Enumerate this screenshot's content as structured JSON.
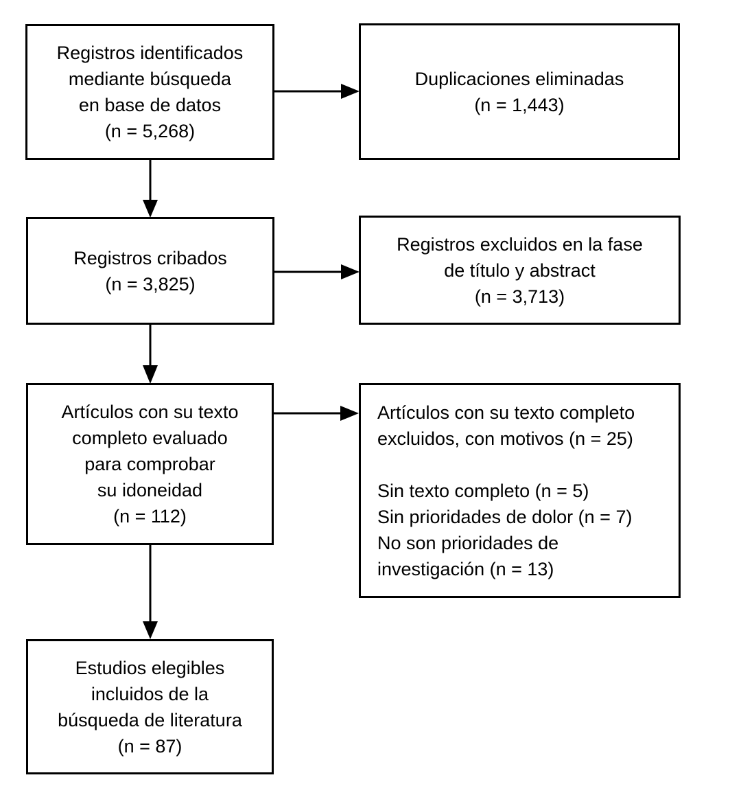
{
  "colors": {
    "background": "#ffffff",
    "box_border": "#000000",
    "text": "#000000",
    "arrow": "#000000"
  },
  "boxes": [
    {
      "id": "identified",
      "label": "Registros identificados\nmediante búsqueda\nen base de datos\n(n = 5,268)",
      "n": "5,268"
    },
    {
      "id": "duplicates-removed",
      "label": "Duplicaciones eliminadas\n(n = 1,443)",
      "n": "1,443"
    },
    {
      "id": "screened",
      "label": "Registros cribados\n(n = 3,825)",
      "n": "3,825"
    },
    {
      "id": "excluded-title-abstract",
      "label": "Registros excluidos en la fase\nde título y abstract\n(n = 3,713)",
      "n": "3,713"
    },
    {
      "id": "fulltext-assessed",
      "label": "Artículos con su texto\ncompleto evaluado\npara comprobar\nsu idoneidad\n(n = 112)",
      "n": "112"
    },
    {
      "id": "fulltext-excluded",
      "label": "Artículos con su texto completo\nexcluidos, con motivos (n = 25)\n\nSin texto completo (n = 5)\nSin prioridades de dolor (n = 7)\nNo son prioridades de\ninvestigación (n = 13)",
      "n": "25"
    },
    {
      "id": "included",
      "label": "Estudios elegibles\nincluidos de la\nbúsqueda de literatura\n(n = 87)",
      "n": "87"
    }
  ],
  "connections": [
    {
      "from": "identified",
      "to": "duplicates-removed"
    },
    {
      "from": "identified",
      "to": "screened"
    },
    {
      "from": "screened",
      "to": "excluded-title-abstract"
    },
    {
      "from": "screened",
      "to": "fulltext-assessed"
    },
    {
      "from": "fulltext-assessed",
      "to": "fulltext-excluded"
    },
    {
      "from": "fulltext-assessed",
      "to": "included"
    }
  ]
}
